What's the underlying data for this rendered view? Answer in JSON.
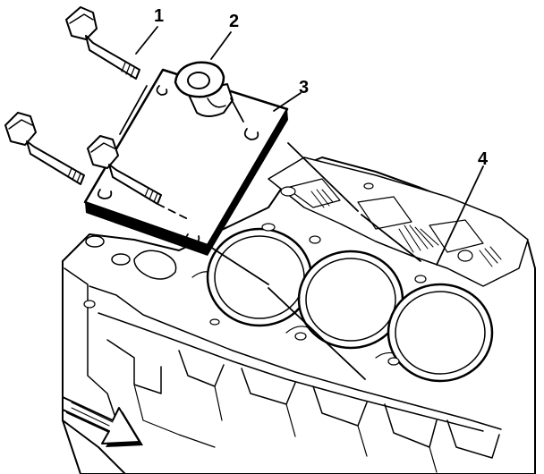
{
  "diagram": {
    "callouts": [
      {
        "id": "1",
        "label": "1"
      },
      {
        "id": "2",
        "label": "2"
      },
      {
        "id": "3",
        "label": "3"
      },
      {
        "id": "4",
        "label": "4"
      }
    ],
    "icons": {
      "direction_arrow": "front-arrow-icon"
    }
  }
}
